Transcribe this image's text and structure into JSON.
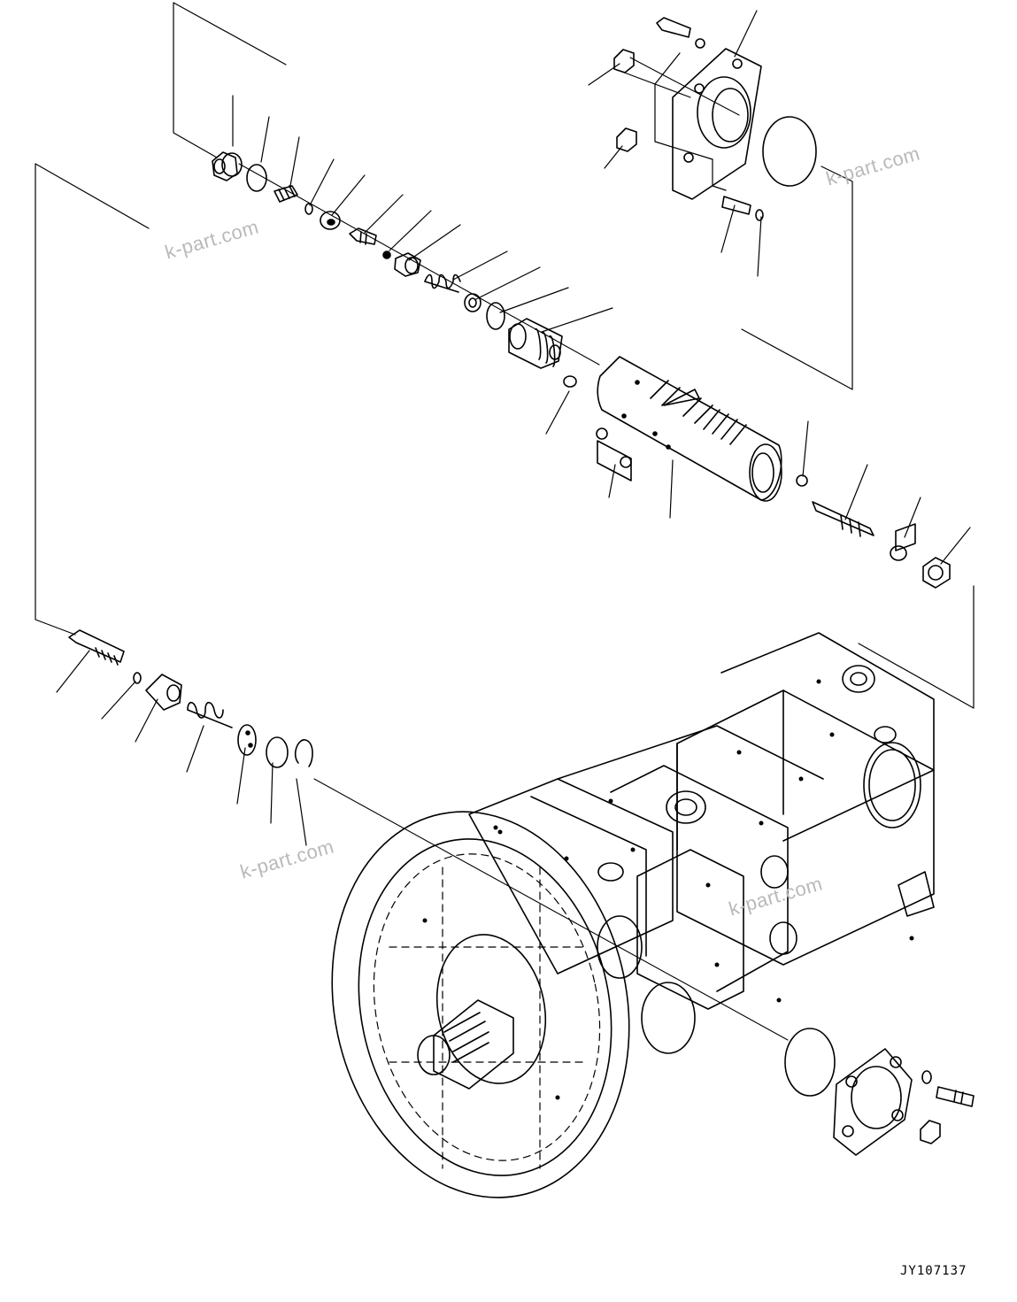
{
  "drawing": {
    "code": "JY107137"
  },
  "watermarks": [
    "k-part.com",
    "k-part.com",
    "k-part.com",
    "k-part.com"
  ]
}
